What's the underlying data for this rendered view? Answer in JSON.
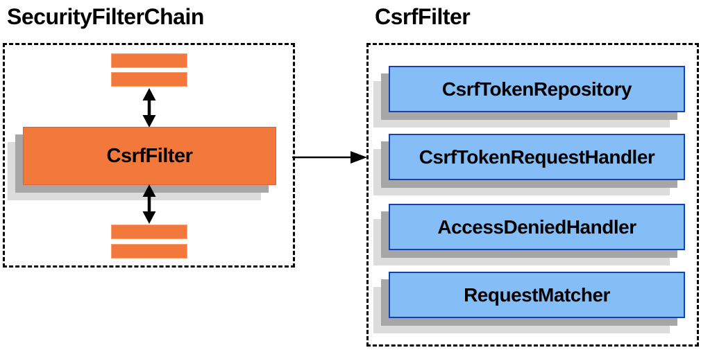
{
  "titles": {
    "left": "SecurityFilterChain",
    "right": "CsrfFilter"
  },
  "left_panel": {
    "center_box_label": "CsrfFilter"
  },
  "right_panel": {
    "components": [
      "CsrfTokenRepository",
      "CsrfTokenRequestHandler",
      "AccessDeniedHandler",
      "RequestMatcher"
    ]
  },
  "colors": {
    "orange": "#f2793b",
    "orangeBorder": "#e0602e",
    "orangeLight": "#f8a16c",
    "blueFill": "#85bdf6",
    "blueBorder": "#1a3fae",
    "shadowDark": "#a6a6a6",
    "shadowLight": "#dcdcdc",
    "arrow": "#000000",
    "text": "#000000"
  }
}
